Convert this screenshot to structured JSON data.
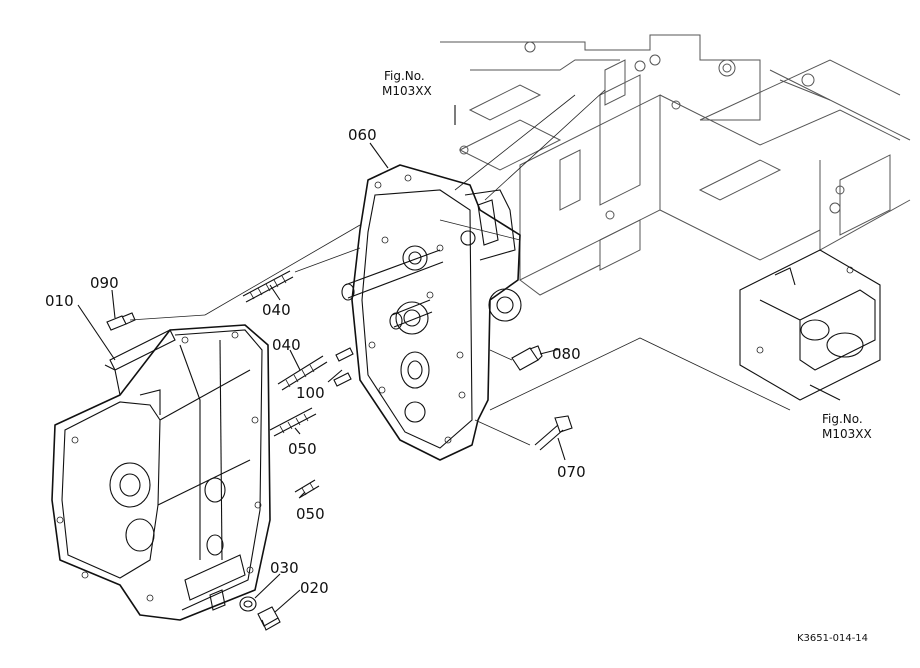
{
  "parts": [
    {
      "id": "p010",
      "label": "010"
    },
    {
      "id": "p090",
      "label": "090"
    },
    {
      "id": "p040a",
      "label": "040"
    },
    {
      "id": "p040b",
      "label": "040"
    },
    {
      "id": "p060",
      "label": "060"
    },
    {
      "id": "p100",
      "label": "100"
    },
    {
      "id": "p080",
      "label": "080"
    },
    {
      "id": "p050a",
      "label": "050"
    },
    {
      "id": "p050b",
      "label": "050"
    },
    {
      "id": "p070",
      "label": "070"
    },
    {
      "id": "p030",
      "label": "030"
    },
    {
      "id": "p020",
      "label": "020"
    }
  ],
  "references": [
    {
      "line1": "Fig.No.",
      "line2": "M103XX"
    },
    {
      "line1": "Fig.No.",
      "line2": "M103XX"
    }
  ],
  "drawing_code": "K3651-014-14"
}
